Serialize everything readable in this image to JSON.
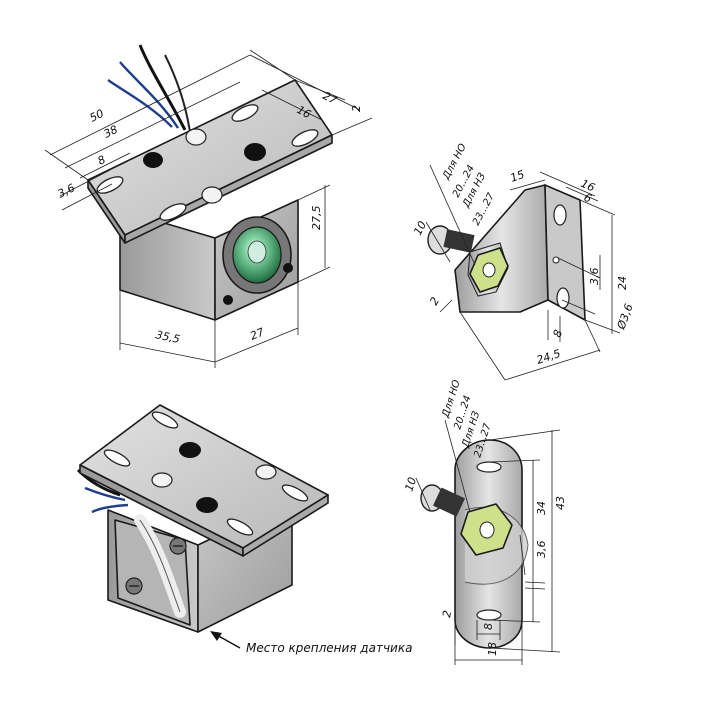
{
  "views": {
    "top_left": {
      "dims": {
        "d27_top": "27",
        "d2": "2",
        "d16": "16",
        "d50": "50",
        "d38": "38",
        "d8": "8",
        "d3_6": "3,6",
        "d27_5": "27,5",
        "d35_5": "35,5",
        "d27_bottom": "27"
      }
    },
    "top_right": {
      "labels": {
        "nc_label": "Для НО",
        "nc_range": "20...24",
        "no_label": "Для НЗ",
        "no_range": "23...27"
      },
      "dims": {
        "d15": "15",
        "d16": "16",
        "d6": "6",
        "d10": "10",
        "d3_6": "3,6",
        "d24": "24",
        "d_phi3_6": "Ø3,6",
        "d2": "2",
        "d8": "8",
        "d24_5": "24,5"
      }
    },
    "bottom_right": {
      "labels": {
        "nc_label": "Для НО",
        "nc_range": "20...24",
        "no_label": "Для НЗ",
        "no_range": "23...27"
      },
      "dims": {
        "d10": "10",
        "d43": "43",
        "d34": "34",
        "d3_6": "3,6",
        "d2": "2",
        "d8": "8",
        "d18": "18"
      }
    },
    "bottom_left": {
      "caption": "Место крепления датчика"
    }
  },
  "colors": {
    "metal_light": "#d4d4d4",
    "metal_mid": "#b3b3b3",
    "metal_dark": "#8a8a8a",
    "sensor_green": "#3b9a62",
    "nut_yellow": "#cfe08a"
  }
}
